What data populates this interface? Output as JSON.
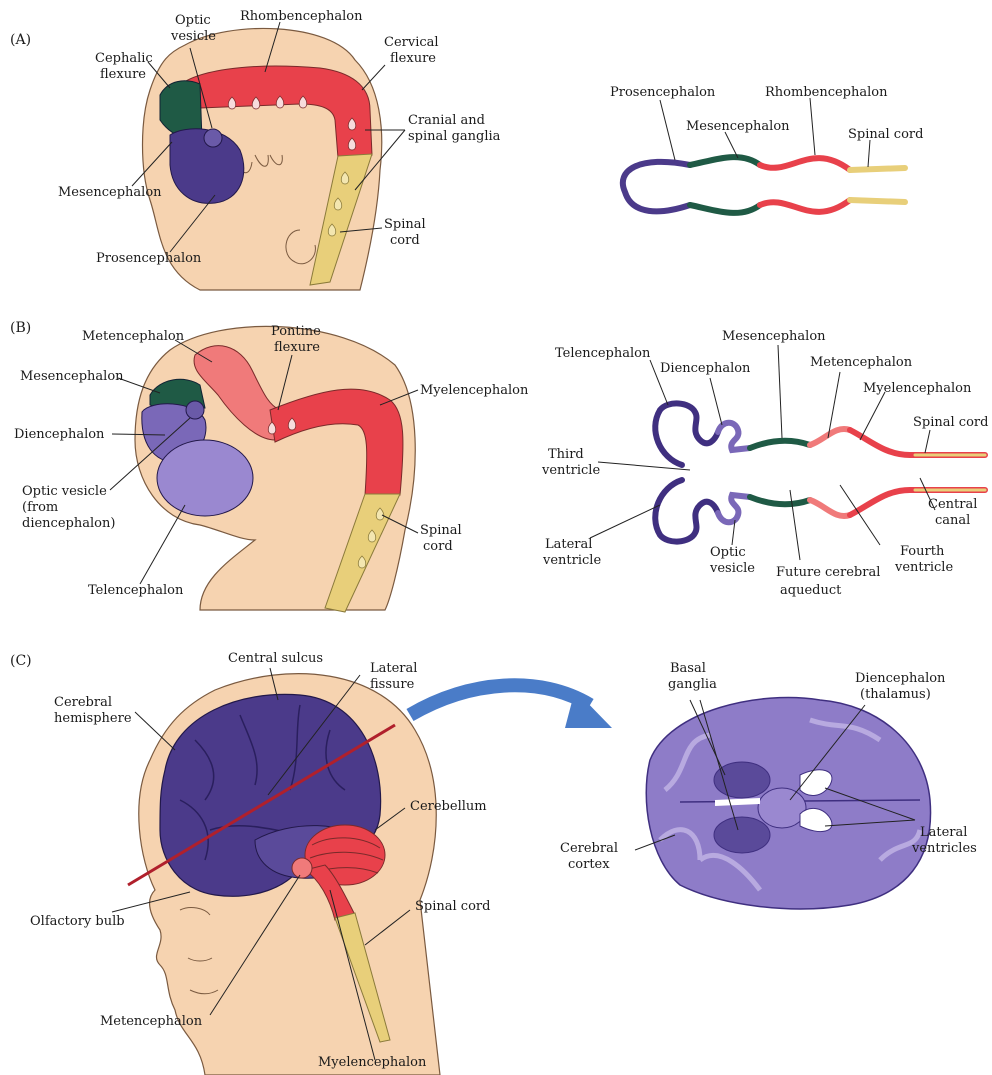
{
  "colors": {
    "skin": "#f6d3b0",
    "skin_outline": "#7a5a40",
    "prosencephalon": "#4b3a8a",
    "mesencephalon": "#1f5a45",
    "rhombencephalon": "#e8414b",
    "spinal_cord": "#e8cf7a",
    "diencephalon": "#7a68b8",
    "telencephalon": "#9a88d0",
    "metencephalon": "#f07a7a",
    "brain_section": "#8e7cc8",
    "arrow": "#4a7cc8"
  },
  "panels": {
    "a": {
      "letter": "(A)",
      "labels": {
        "optic_vesicle": [
          "Optic",
          "vesicle"
        ],
        "rhombencephalon": "Rhombencephalon",
        "cephalic_flexure": [
          "Cephalic",
          "flexure"
        ],
        "cervical_flexure": [
          "Cervical",
          "flexure"
        ],
        "ganglia": [
          "Cranial and",
          "spinal ganglia"
        ],
        "mesencephalon": "Mesencephalon",
        "spinal_cord": [
          "Spinal",
          "cord"
        ],
        "prosencephalon": "Prosencephalon"
      },
      "schematic": {
        "prosencephalon": "Prosencephalon",
        "rhombencephalon": "Rhombencephalon",
        "mesencephalon": "Mesencephalon",
        "spinal_cord": "Spinal cord"
      }
    },
    "b": {
      "letter": "(B)",
      "labels": {
        "metencephalon": "Metencephalon",
        "pontine_flexure": [
          "Pontine",
          "flexure"
        ],
        "mesencephalon": "Mesencephalon",
        "myelencephalon": "Myelencephalon",
        "diencephalon": "Diencephalon",
        "optic_vesicle": [
          "Optic vesicle",
          "(from",
          "diencephalon)"
        ],
        "spinal_cord": [
          "Spinal",
          "cord"
        ],
        "telencephalon": "Telencephalon"
      },
      "schematic": {
        "mesencephalon": "Mesencephalon",
        "telencephalon": "Telencephalon",
        "diencephalon": "Diencephalon",
        "metencephalon": "Metencephalon",
        "myelencephalon": "Myelencephalon",
        "spinal_cord": "Spinal cord",
        "third_ventricle": [
          "Third",
          "ventricle"
        ],
        "central_canal": [
          "Central",
          "canal"
        ],
        "lateral_ventricle": [
          "Lateral",
          "ventricle"
        ],
        "optic_vesicle": [
          "Optic",
          "vesicle"
        ],
        "future_aqueduct": [
          "Future cerebral",
          "aqueduct"
        ],
        "fourth_ventricle": [
          "Fourth",
          "ventricle"
        ]
      }
    },
    "c": {
      "letter": "(C)",
      "labels": {
        "central_sulcus": "Central sulcus",
        "lateral_fissure": [
          "Lateral",
          "fissure"
        ],
        "cerebral_hemisphere": [
          "Cerebral",
          "hemisphere"
        ],
        "cerebellum": "Cerebellum",
        "olfactory_bulb": "Olfactory bulb",
        "spinal_cord": "Spinal cord",
        "metencephalon": "Metencephalon",
        "myelencephalon": "Myelencephalon"
      },
      "section": {
        "basal_ganglia": [
          "Basal",
          "ganglia"
        ],
        "diencephalon": [
          "Diencephalon",
          "(thalamus)"
        ],
        "cerebral_cortex": [
          "Cerebral",
          "cortex"
        ],
        "lateral_ventricles": [
          "Lateral",
          "ventricles"
        ]
      }
    }
  }
}
